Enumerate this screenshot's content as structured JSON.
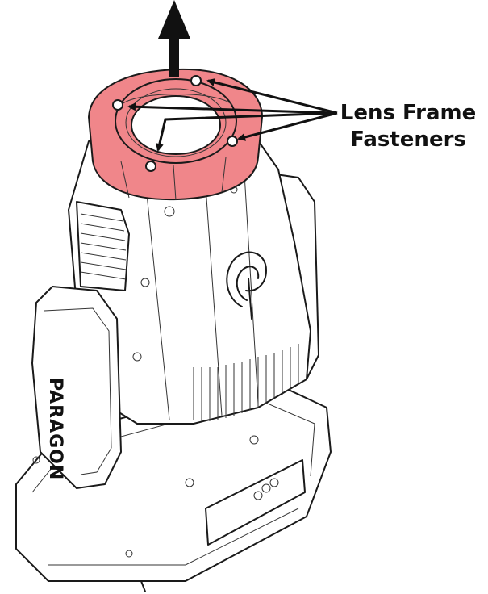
{
  "callout": {
    "line1": "Lens Frame",
    "line2": "Fasteners"
  },
  "brand_text": "PARAGON",
  "colors": {
    "lens_frame_highlight": "#f0868a",
    "outline": "#1a1a1a",
    "background": "#ffffff"
  },
  "icons": {
    "lift_direction": "arrow-up-icon"
  }
}
